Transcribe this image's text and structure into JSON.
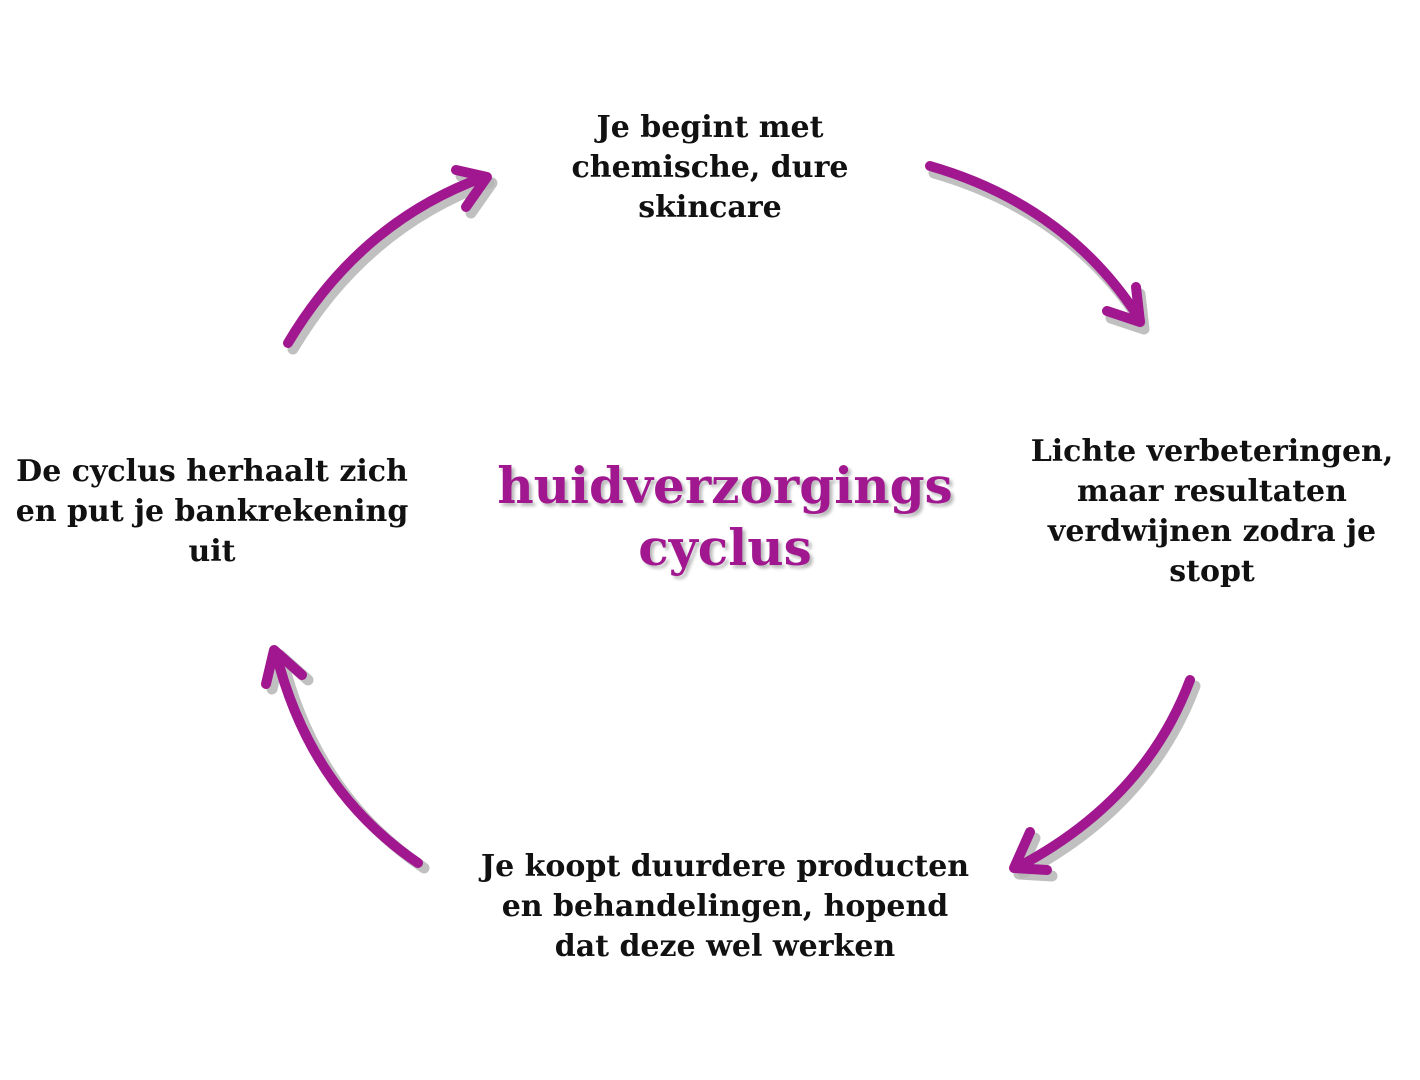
{
  "colors": {
    "accent": "#a0178f",
    "text": "#111111",
    "background": "#ffffff"
  },
  "center": {
    "title": "huidverzorgings\ncyclus"
  },
  "steps": [
    {
      "text": "Je begint met\nchemische, dure\nskincare"
    },
    {
      "text": "Lichte verbeteringen,\nmaar resultaten\nverdwijnen zodra je\nstopt"
    },
    {
      "text": "Je koopt duurdere producten\nen behandelingen, hopend\ndat deze wel werken"
    },
    {
      "text": "De cyclus herhaalt zich\nen put je bankrekening\nuit"
    }
  ],
  "arrows": [
    {
      "icon": "curved-arrow-icon",
      "direction": "top-to-right"
    },
    {
      "icon": "curved-arrow-icon",
      "direction": "right-to-bottom"
    },
    {
      "icon": "curved-arrow-icon",
      "direction": "bottom-to-left"
    },
    {
      "icon": "curved-arrow-icon",
      "direction": "left-to-top"
    }
  ]
}
